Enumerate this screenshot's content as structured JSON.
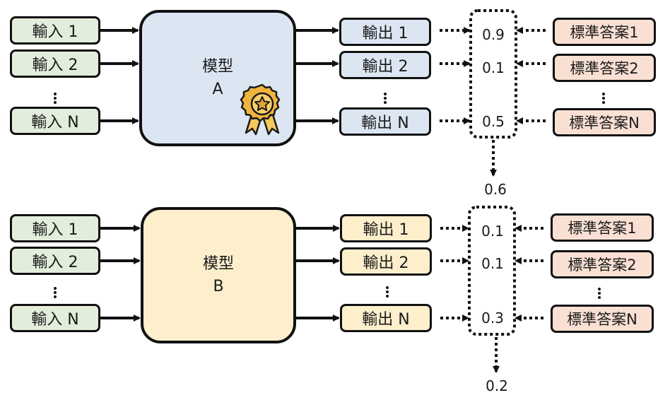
{
  "sections": [
    {
      "id": "A",
      "inputs": [
        "輸入 1",
        "輸入 2",
        "輸入 N"
      ],
      "model": {
        "label": "模型",
        "name": "A",
        "badge": "award-medal"
      },
      "outputs": [
        "輸出 1",
        "輸出 2",
        "輸出 N"
      ],
      "scores": [
        "0.9",
        "0.1",
        "0.5"
      ],
      "answers": [
        "標準答案1",
        "標準答案2",
        "標準答案N"
      ],
      "total": "0.6"
    },
    {
      "id": "B",
      "inputs": [
        "輸入 1",
        "輸入 2",
        "輸入 N"
      ],
      "model": {
        "label": "模型",
        "name": "B"
      },
      "outputs": [
        "輸出 1",
        "輸出 2",
        "輸出 N"
      ],
      "scores": [
        "0.1",
        "0.1",
        "0.3"
      ],
      "answers": [
        "標準答案1",
        "標準答案2",
        "標準答案N"
      ],
      "total": "0.2"
    }
  ],
  "colors": {
    "input_fill": "#e2eedb",
    "model_a_fill": "#dce6f3",
    "model_b_fill": "#fdefcc",
    "answer_fill": "#f9e0d3",
    "medal_gold": "#f0b43c"
  }
}
